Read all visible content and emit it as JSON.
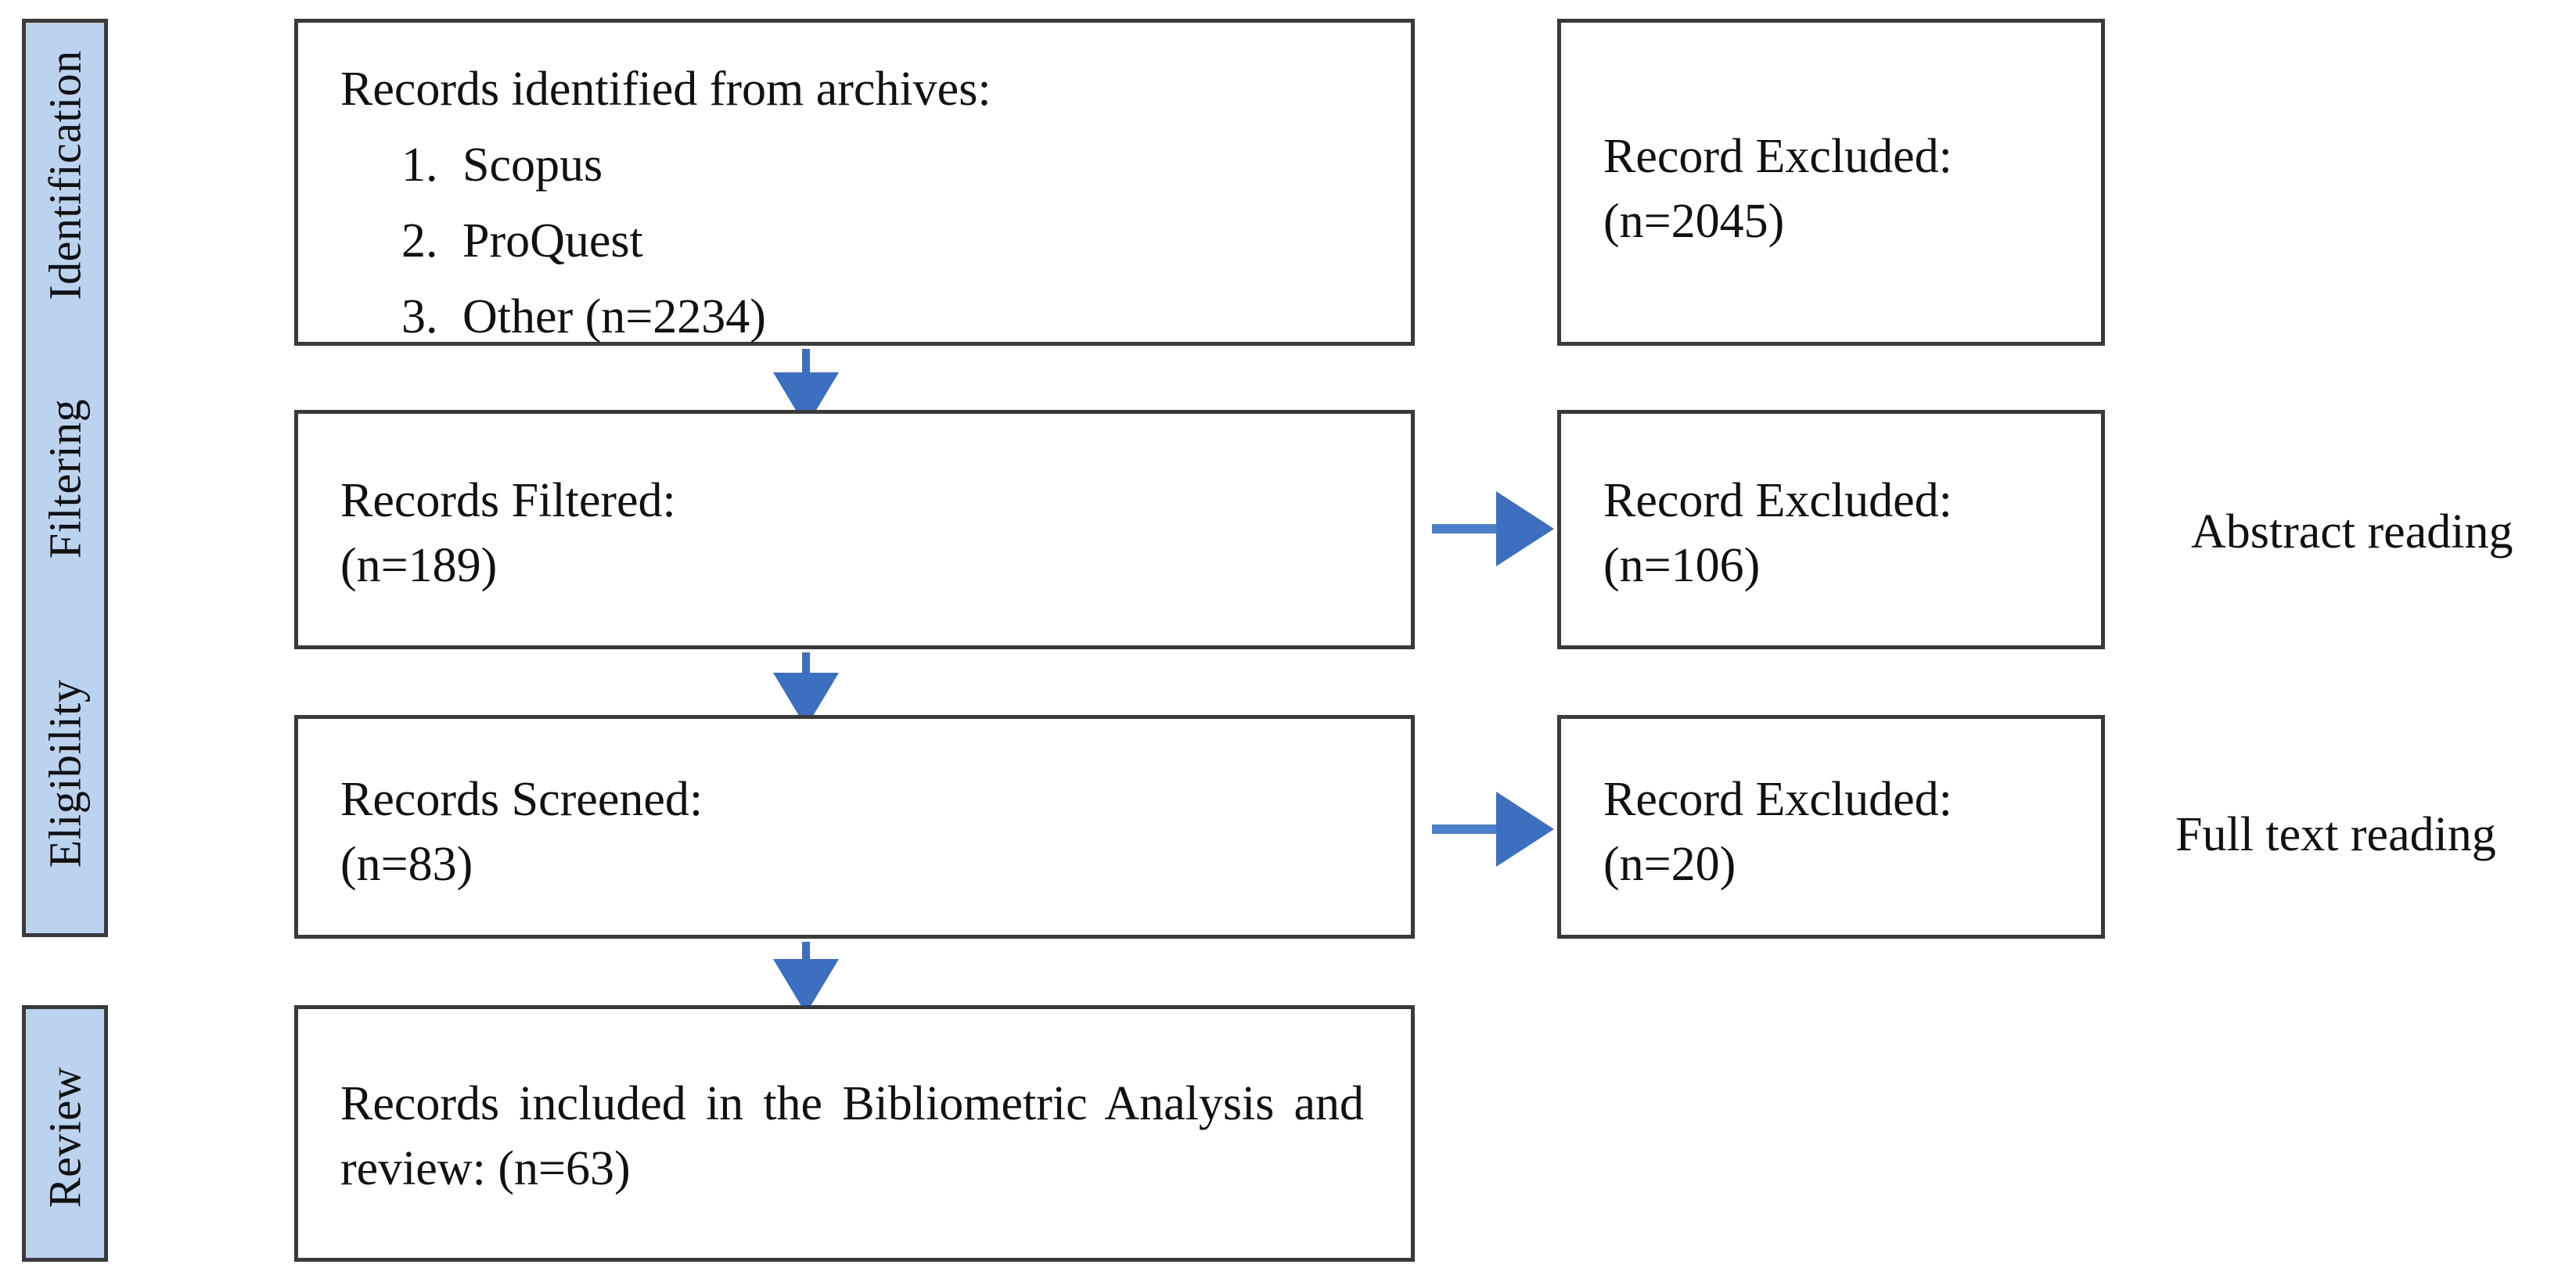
{
  "diagram": {
    "title": "PRISMA records selection flow diagram",
    "accent_color": "#3c6fbf",
    "stage_fill_color": "#bbd3ee",
    "border_color": "#3a3a3a"
  },
  "stages": [
    {
      "label": "Identification"
    },
    {
      "label": "Filtering"
    },
    {
      "label": "Eligibility"
    },
    {
      "label": "Review"
    }
  ],
  "flow": {
    "identified": {
      "heading": "Records identified from archives:",
      "sources": [
        {
          "number": "1.",
          "name": "Scopus"
        },
        {
          "number": "2.",
          "name": "ProQuest"
        },
        {
          "number": "3.",
          "name": "Other (n=2234)"
        }
      ]
    },
    "filtered": {
      "label": "Records Filtered:",
      "count": "(n=189)"
    },
    "screened": {
      "label": "Records Screened:",
      "count": "(n=83)"
    },
    "included": {
      "text": "Records included in the Bibliometric Analysis and review: (n=63)"
    }
  },
  "excluded": [
    {
      "label": "Record Excluded:",
      "count": "(n=2045)",
      "note": ""
    },
    {
      "label": "Record Excluded:",
      "count": "(n=106)",
      "note": "Abstract reading"
    },
    {
      "label": "Record Excluded:",
      "count": "(n=20)",
      "note": "Full text reading"
    }
  ]
}
